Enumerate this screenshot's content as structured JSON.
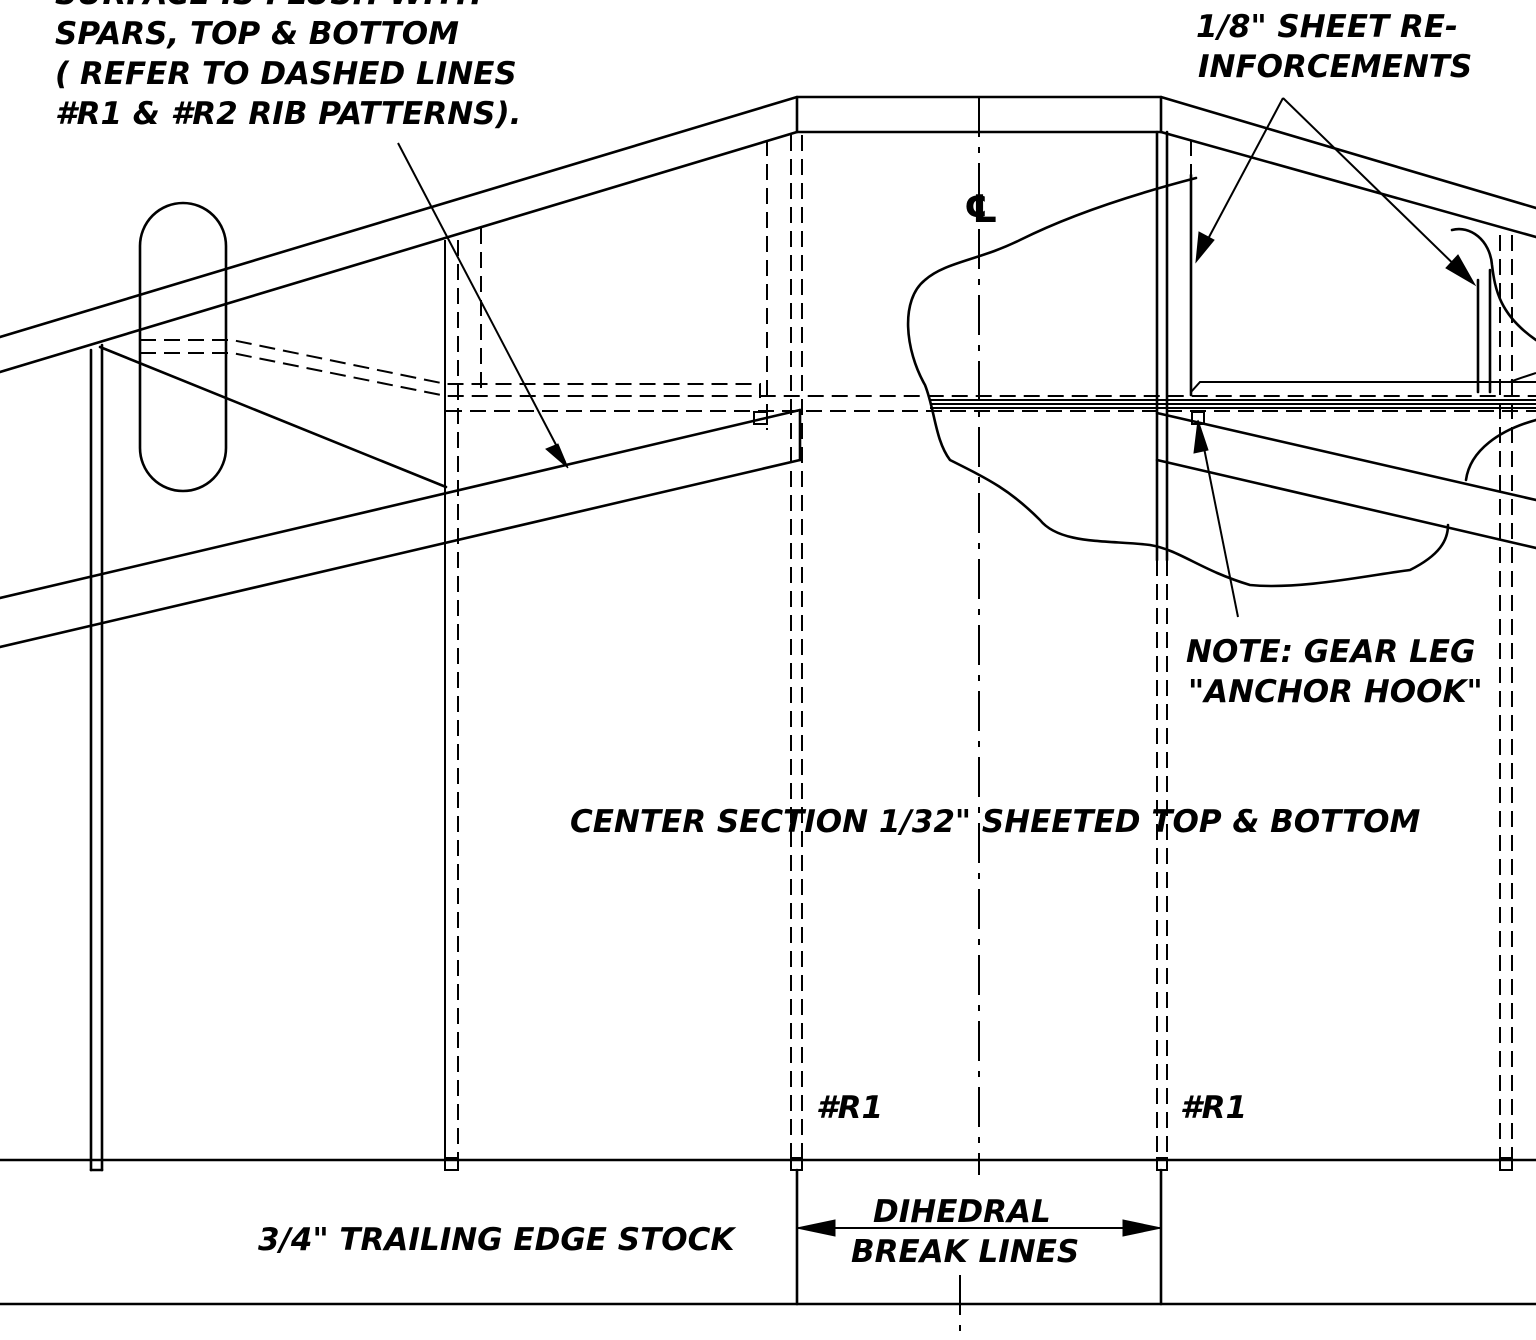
{
  "notes": {
    "surface_note": [
      "SURFACE IS FLUSH WITH",
      "SPARS, TOP & BOTTOM",
      "( REFER TO DASHED LINES",
      "#R1 & #R2 RIB PATTERNS)."
    ],
    "sheet_note": [
      "1/8\" SHEET RE-",
      "INFORCEMENTS"
    ],
    "centerline_symbol": "℄",
    "gear_note": [
      "NOTE: GEAR LEG",
      "\"ANCHOR HOOK\""
    ],
    "center_section": "CENTER SECTION 1/32\" SHEETED TOP & BOTTOM",
    "rib_left": "#R1",
    "rib_right": "#R1",
    "trailing_edge": "3/4\" TRAILING EDGE STOCK",
    "dihedral": [
      "DIHEDRAL",
      "BREAK LINES"
    ]
  }
}
